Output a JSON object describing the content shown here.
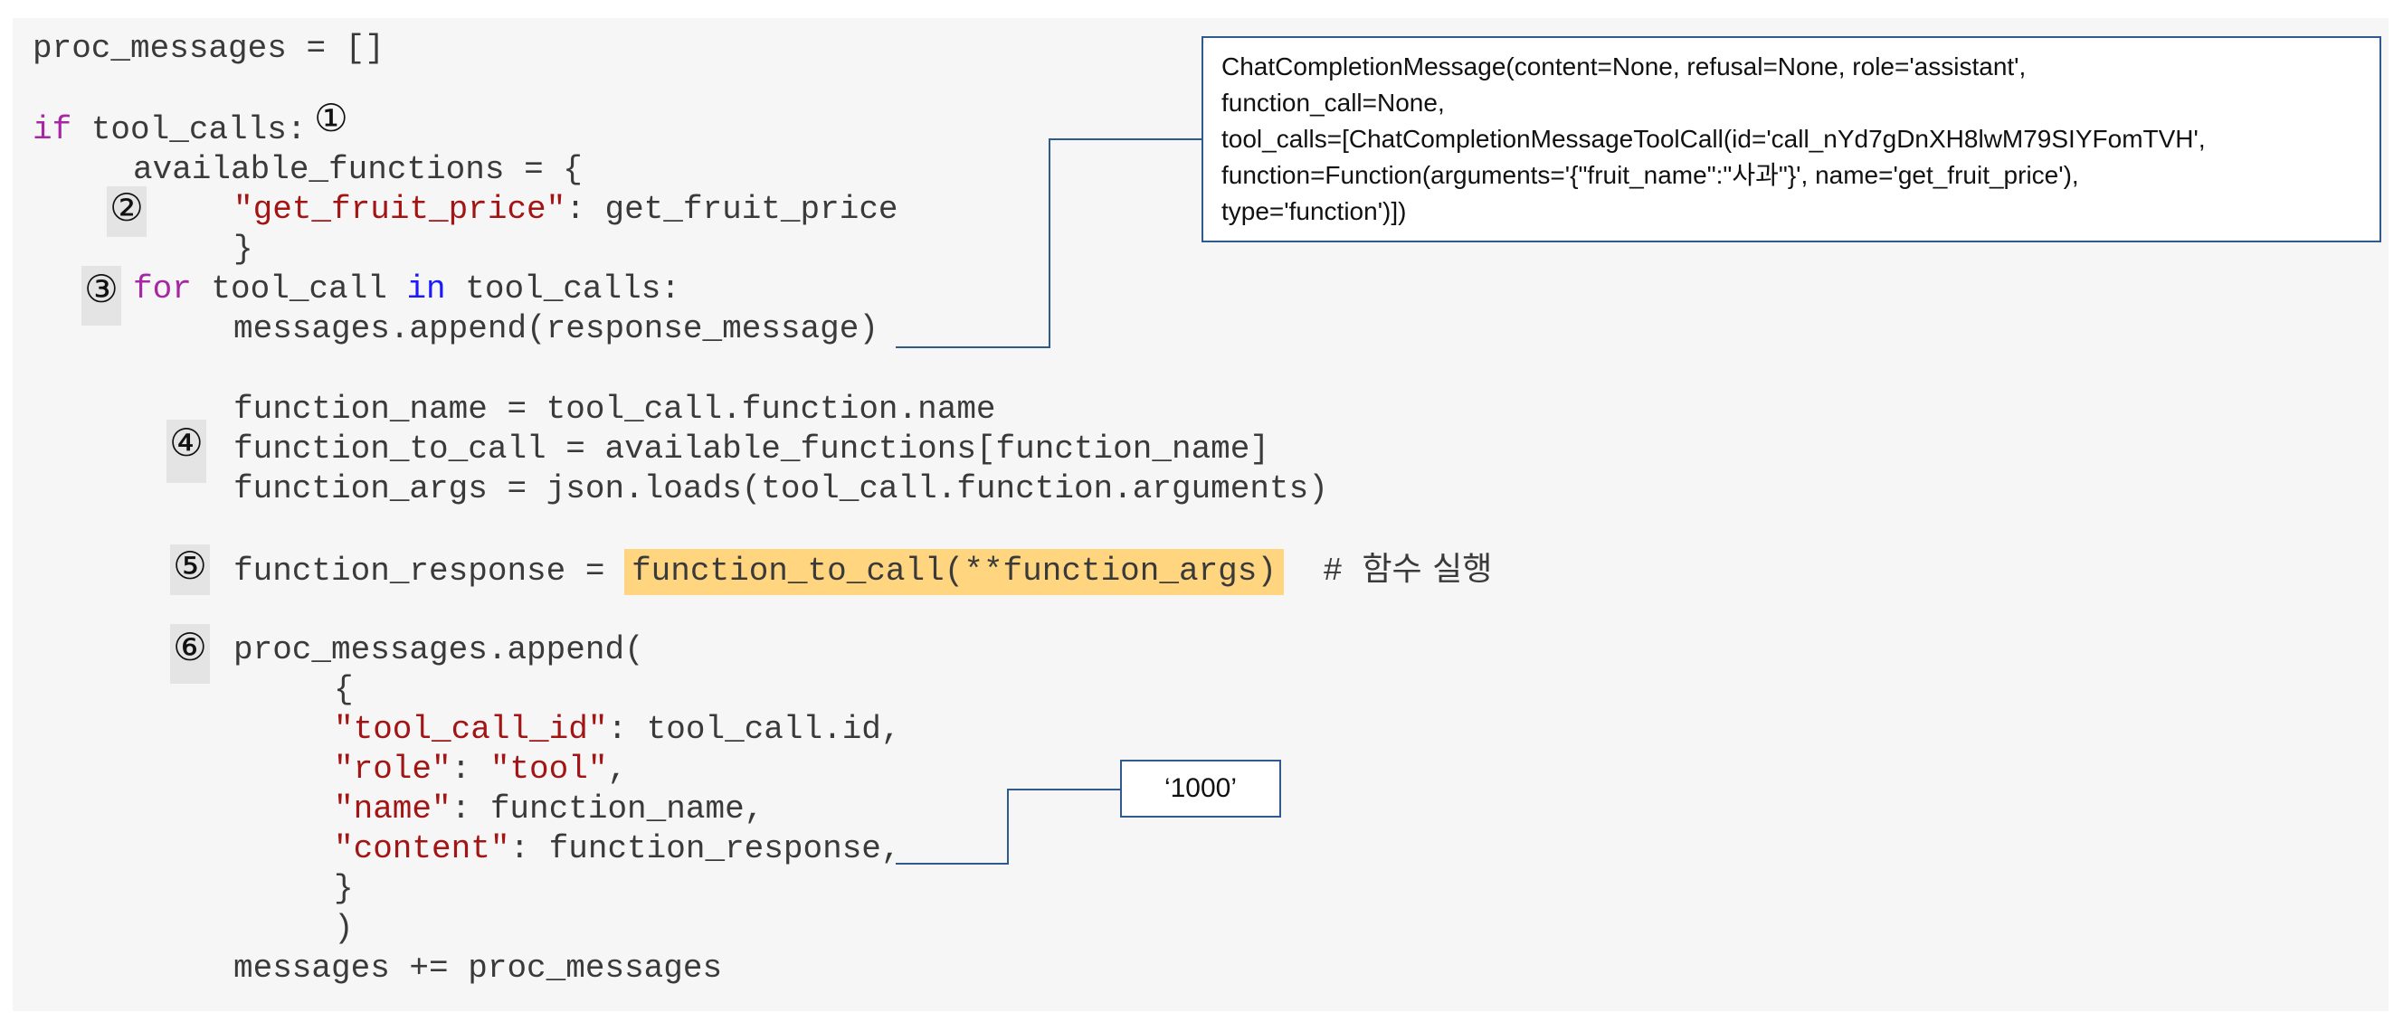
{
  "code": {
    "l1": "proc_messages = []",
    "l2_kw": "if",
    "l2_rest": " tool_calls:",
    "l3": "available_functions = {",
    "l4_key": "\"get_fruit_price\"",
    "l4_rest": ": get_fruit_price",
    "l5": "}",
    "l6_for": "for",
    "l6_a": " tool_call ",
    "l6_in": "in",
    "l6_b": " tool_calls:",
    "l7": "messages.append(response_message)",
    "l8": "function_name = tool_call.function.name",
    "l9": "function_to_call = available_functions[function_name]",
    "l10": "function_args = json.loads(tool_call.function.arguments)",
    "l11_a": "function_response = ",
    "l11_hl": "function_to_call(**function_args)",
    "l11_cm": "# ",
    "l11_ko": "함수 실행",
    "l12": "proc_messages.append(",
    "l13": "{",
    "l14_key": "\"tool_call_id\"",
    "l14_rest": ": tool_call.id,",
    "l15_key": "\"role\"",
    "l15_sep": ": ",
    "l15_val": "\"tool\"",
    "l15_end": ",",
    "l16_key": "\"name\"",
    "l16_rest": ": function_name,",
    "l17_key": "\"content\"",
    "l17_rest": ": function_response,",
    "l18": "}",
    "l19": ")",
    "l20": "messages += proc_messages"
  },
  "markers": [
    "①",
    "②",
    "③",
    "④",
    "⑤",
    "⑥"
  ],
  "callout_message": {
    "line1": "ChatCompletionMessage(content=None, refusal=None, role='assistant',",
    "line2": "function_call=None,",
    "line3": "tool_calls=[ChatCompletionMessageToolCall(id='call_nYd7gDnXH8lwM79SIYFomTVH',",
    "line4": "function=Function(arguments='{\"fruit_name\":\"사과\"}', name='get_fruit_price'),",
    "line5": "type='function')])"
  },
  "callout_value": "‘1000’",
  "colors": {
    "background": "#f6f6f6",
    "string": "#a31515",
    "keyword": "#a626a4",
    "in_keyword": "#1a1aff",
    "highlight": "#ffd580",
    "connector": "#2e5a8e"
  }
}
